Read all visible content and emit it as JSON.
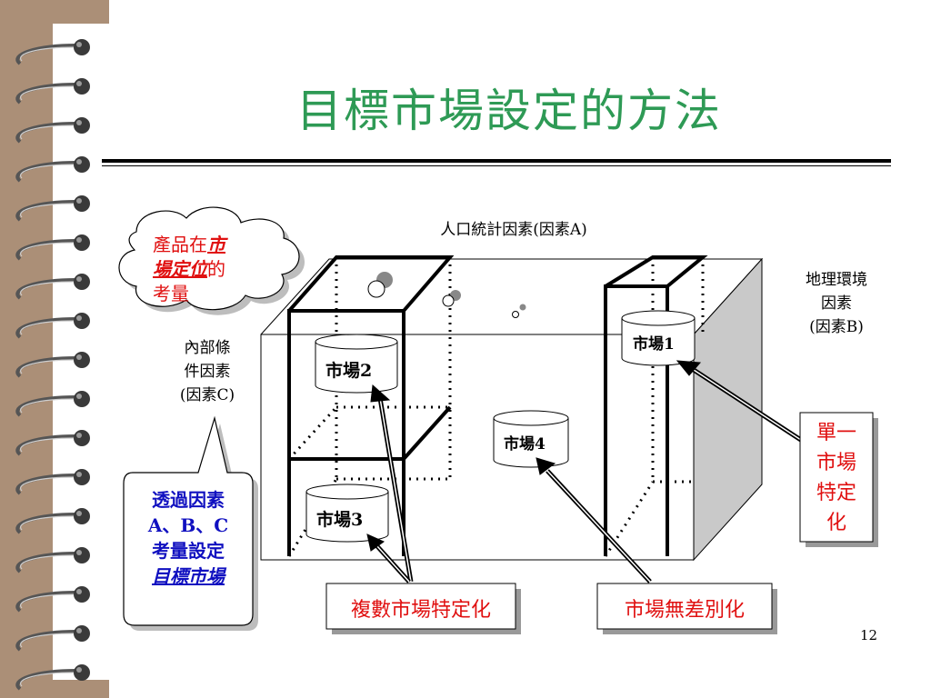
{
  "slide": {
    "title": "目標市場設定的方法",
    "page_number": "12"
  },
  "labels": {
    "factor_a": "人口統計因素(因素A)",
    "factor_b_line1": "地理環境",
    "factor_b_line2": "因素",
    "factor_b_line3": "(因素B)",
    "factor_c_line1": "內部條",
    "factor_c_line2": "件因素",
    "factor_c_line3": "(因素C)"
  },
  "markets": {
    "m1": "市場1",
    "m2": "市場2",
    "m3": "市場3",
    "m4": "市場4"
  },
  "boxes": {
    "multi": "複數市場特定化",
    "undiff": "市場無差別化",
    "single_line1": "單一",
    "single_line2": "市場",
    "single_line3": "特定",
    "single_line4": "化"
  },
  "cloud": {
    "part1": "產品在",
    "part2_emph": "市",
    "part3_emph": "場定位",
    "part4": "的",
    "part5": "考量"
  },
  "callout": {
    "line1": "透過因素",
    "line2": "A、B、C",
    "line3": "考量設定",
    "line4_emph": "目標市場"
  },
  "colors": {
    "title_green": "#2e9a55",
    "accent_red": "#e01010",
    "accent_blue": "#1010c0",
    "binding_brown": "#ab8f77"
  }
}
